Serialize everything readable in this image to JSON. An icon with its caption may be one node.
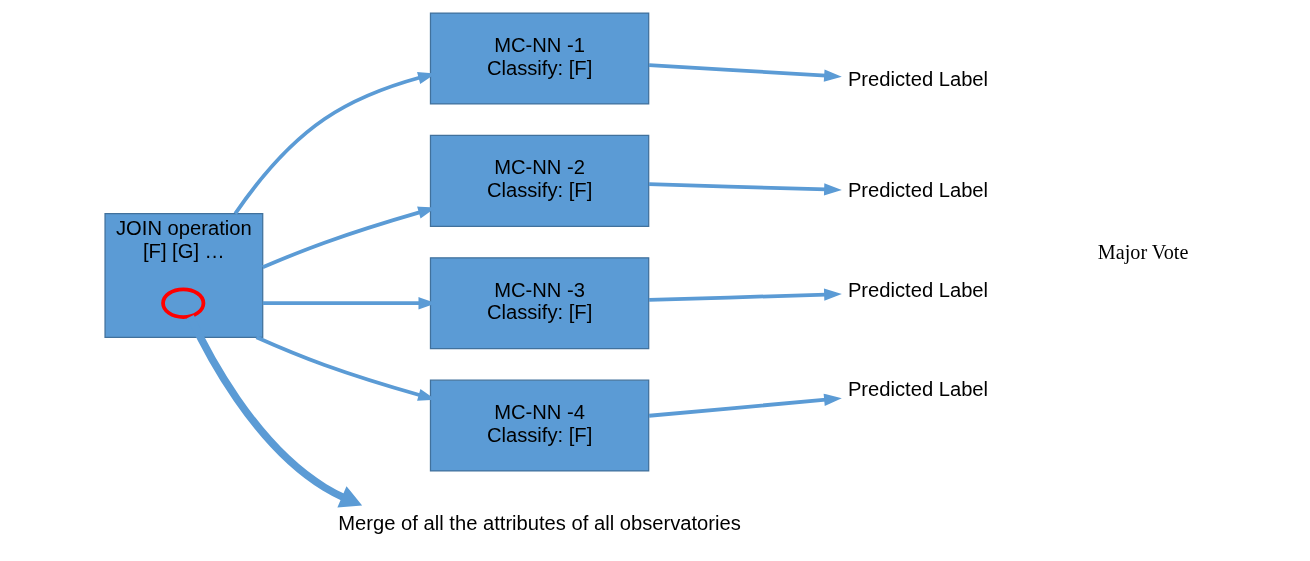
{
  "diagram": {
    "nodes": [
      {
        "text": [
          "JOIN operation",
          "[F] [G] …"
        ]
      },
      {
        "text": [],
        "shape": "circle",
        "in": 0
      },
      {
        "text": [
          "MC-NN -1",
          "Classify: [F]"
        ]
      },
      {
        "text": [
          "MC-NN -2",
          "Classify: [F]"
        ]
      },
      {
        "text": [
          "MC-NN -3",
          "Classify: [F]"
        ]
      },
      {
        "text": [
          "MC-NN -4",
          "Classify: [F]"
        ]
      },
      {
        "text": [
          "Predicted Label"
        ]
      },
      {
        "text": [
          "Predicted Label"
        ]
      },
      {
        "text": [
          "Predicted Label"
        ]
      },
      {
        "text": [
          "Predicted Label"
        ]
      },
      {
        "text": [
          "Merge of all the attributes of all observatories"
        ]
      }
    ],
    "edges": [
      {
        "from": 0,
        "to": 2,
        "arrow": "to"
      },
      {
        "from": 0,
        "to": 3,
        "arrow": "to"
      },
      {
        "from": 0,
        "to": 4,
        "arrow": "to"
      },
      {
        "from": 0,
        "to": 5,
        "arrow": "to"
      },
      {
        "from": 2,
        "to": 6,
        "arrow": "to"
      },
      {
        "from": 3,
        "to": 7,
        "arrow": "to"
      },
      {
        "from": 4,
        "to": 8,
        "arrow": "to"
      },
      {
        "from": 5,
        "to": 9,
        "arrow": "to"
      },
      {
        "from": 1,
        "to": 10,
        "arrow": "to",
        "style": "thick"
      }
    ],
    "labels": [
      "Major Vote"
    ]
  }
}
